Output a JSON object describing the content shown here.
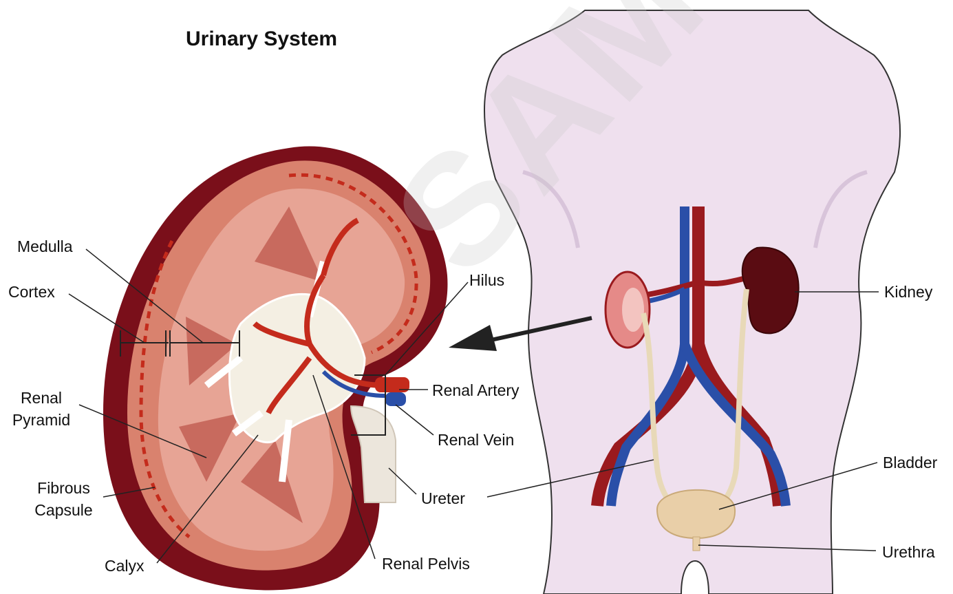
{
  "title": "Urinary System",
  "watermark": "SAMPLE",
  "labels": {
    "medulla": "Medulla",
    "cortex": "Cortex",
    "renal_pyramid_1": "Renal",
    "renal_pyramid_2": "Pyramid",
    "fibrous_capsule_1": "Fibrous",
    "fibrous_capsule_2": "Capsule",
    "calyx": "Calyx",
    "renal_pelvis": "Renal Pelvis",
    "hilus": "Hilus",
    "renal_artery": "Renal Artery",
    "renal_vein": "Renal Vein",
    "ureter": "Ureter",
    "kidney": "Kidney",
    "bladder": "Bladder",
    "urethra": "Urethra"
  },
  "colors": {
    "kidney_outer": "#7a0f1a",
    "kidney_inner": "#d9826e",
    "vessel_red": "#c42b1c",
    "artery_dark": "#9a1a1e",
    "vein_blue": "#2a4fa8",
    "ureter_tan": "#e8d9b8",
    "bladder": "#e9cfa8",
    "body_fill": "#efe2ef"
  }
}
